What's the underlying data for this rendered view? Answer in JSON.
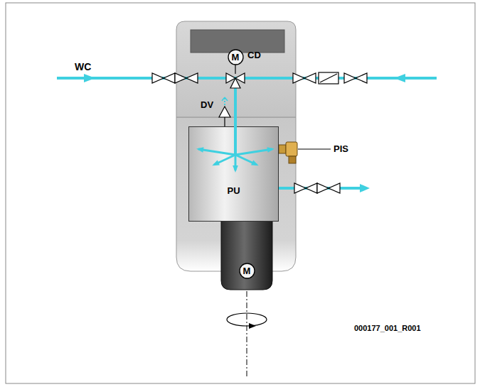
{
  "diagram": {
    "nodes": [
      {
        "text": [
          "M"
        ]
      },
      {
        "text": [
          "PU"
        ]
      },
      {
        "text": [
          "M"
        ]
      }
    ],
    "labels": [
      "WC",
      "CD",
      "DV",
      "PIS",
      "000177_001_R001"
    ]
  }
}
